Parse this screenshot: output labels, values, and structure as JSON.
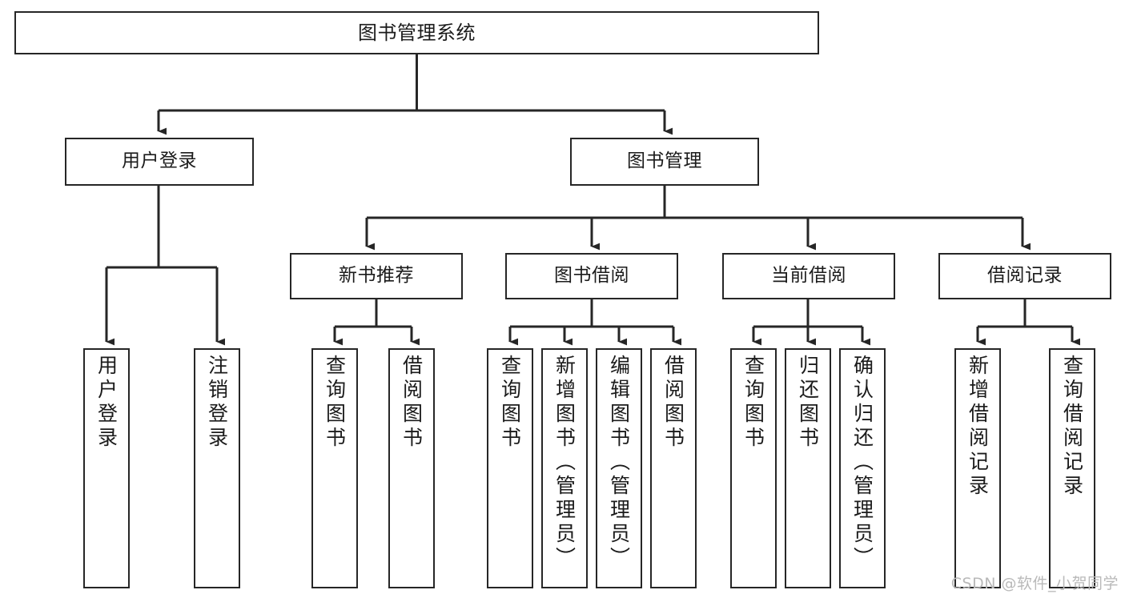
{
  "diagram": {
    "title": "图书管理系统",
    "type": "tree-hierarchy-chart",
    "colors": {
      "box_border": "#262626",
      "box_fill": "#ffffff",
      "connector": "#262626",
      "text": "#1b1b1b",
      "watermark": "#b9b9b9",
      "background": "#ffffff"
    },
    "watermark": "CSDN @软件_小贺同学",
    "nodes": {
      "root": {
        "label": "图书管理系统"
      },
      "level1": [
        {
          "label": "用户登录"
        },
        {
          "label": "图书管理"
        }
      ],
      "level2": [
        {
          "label": "新书推荐"
        },
        {
          "label": "图书借阅"
        },
        {
          "label": "当前借阅"
        },
        {
          "label": "借阅记录"
        }
      ],
      "leaves": {
        "user_login": [
          {
            "label": "用户登录"
          },
          {
            "label": "注销登录"
          }
        ],
        "new_book_recommend": [
          {
            "label": "查询图书"
          },
          {
            "label": "借阅图书"
          }
        ],
        "book_borrow": [
          {
            "label": "查询图书"
          },
          {
            "label": "新增图书（管理员）"
          },
          {
            "label": "编辑图书（管理员）"
          },
          {
            "label": "借阅图书"
          }
        ],
        "current_borrow": [
          {
            "label": "查询图书"
          },
          {
            "label": "归还图书"
          },
          {
            "label": "确认归还（管理员）"
          }
        ],
        "borrow_record": [
          {
            "label": "新增借阅记录"
          },
          {
            "label": "查询借阅记录"
          }
        ]
      }
    }
  }
}
